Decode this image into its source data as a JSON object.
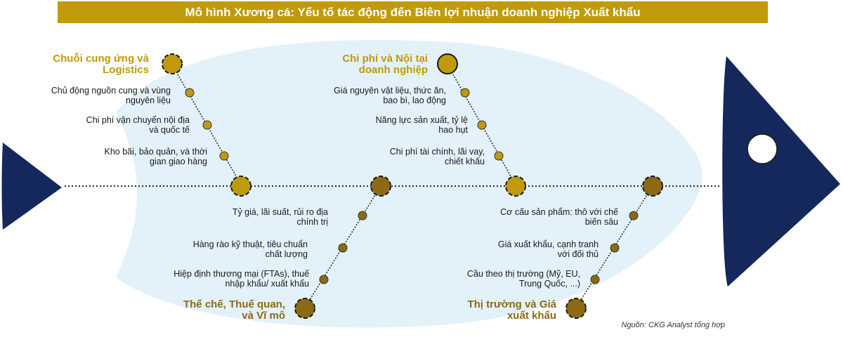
{
  "title": "Mô hình Xương cá: Yếu tố tác động đến Biên lợi nhuận doanh nghiệp Xuất khẩu",
  "colors": {
    "title_bg": "#c09a0a",
    "fish_body": "#e3f1fa",
    "head_tail": "#14285c",
    "gold": "#c09a0a",
    "olive": "#8c6a14",
    "spine": "#333333"
  },
  "branches": [
    {
      "category_line1": "Chuỗi cung ứng và",
      "category_line2": "Logistics",
      "factors": [
        {
          "line1": "Chủ động nguồn cung và vùng",
          "line2": "nguyên liệu"
        },
        {
          "line1": "Chi phí vận chuyển nội địa",
          "line2": "và quốc tế"
        },
        {
          "line1": "Kho bãi, bảo quản, và thời",
          "line2": "gian giao hàng"
        }
      ]
    },
    {
      "category_line1": "Chi phí và Nội tại",
      "category_line2": "doanh nghiệp",
      "factors": [
        {
          "line1": "Giá nguyên vật liệu, thức ăn,",
          "line2": "bao bì, lao động"
        },
        {
          "line1": "Năng lực sản xuất, tỷ lệ",
          "line2": "hao hụt"
        },
        {
          "line1": "Chi phí tài chính, lãi vay,",
          "line2": "chiết khấu"
        }
      ]
    },
    {
      "category_line1": "Thể chế, Thuế quan,",
      "category_line2": "và Vĩ mô",
      "factors": [
        {
          "line1": "Tỷ giá, lãi suất, rủi ro địa",
          "line2": "chính trị"
        },
        {
          "line1": "Hàng rào kỹ thuật, tiêu chuẩn",
          "line2": "chất lượng"
        },
        {
          "line1": "Hiệp định thương mại (FTAs), thuế",
          "line2": "nhập khẩu/ xuất khẩu"
        }
      ]
    },
    {
      "category_line1": "Thị trường và Giá",
      "category_line2": "xuất khẩu",
      "factors": [
        {
          "line1": "Cơ cấu sản phẩm: thô với chế",
          "line2": "biến sâu"
        },
        {
          "line1": "Giá xuất khẩu, cạnh tranh",
          "line2": "với đối thủ"
        },
        {
          "line1": "Cầu theo thị trường (Mỹ, EU,",
          "line2": "Trung Quốc, ...)"
        }
      ]
    }
  ],
  "source": "Nguồn: CKG Analyst tổng hợp"
}
